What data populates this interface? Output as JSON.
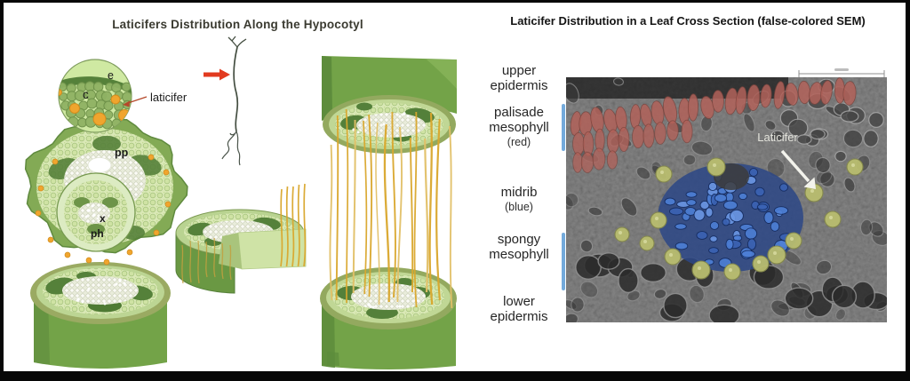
{
  "left_panel": {
    "title": "Laticifers Distribution Along the  Hypocotyl",
    "labels": {
      "epidermis": "e",
      "cortex": "c",
      "laticifer": "laticifer",
      "pith_parenchyma": "pp",
      "xylem": "x",
      "phloem": "ph"
    }
  },
  "right_panel": {
    "title": "Laticifer Distribution in a Leaf Cross Section (false-colored SEM)",
    "rows": [
      {
        "line1": "upper",
        "line2": "epidermis",
        "note": ""
      },
      {
        "line1": "palisade",
        "line2": "mesophyll",
        "note": "(red)"
      },
      {
        "line1": "midrib",
        "line2": "",
        "note": "(blue)"
      },
      {
        "line1": "spongy",
        "line2": "mesophyll",
        "note": ""
      },
      {
        "line1": "lower",
        "line2": "epidermis",
        "note": ""
      }
    ],
    "sem_label": "Laticifer"
  },
  "colors": {
    "stem_green": "#73a348",
    "laticifer_orange": "#f0a52e",
    "strand_yellow": "#d9a72c",
    "callout_red": "#e23a1f",
    "annotation_bar_blue": "#5b9bd5",
    "palisade_red": "#b2625a",
    "midrib_blue": "#4d7fd6",
    "sem_laticifer_yellow": "#b9bd6f"
  }
}
